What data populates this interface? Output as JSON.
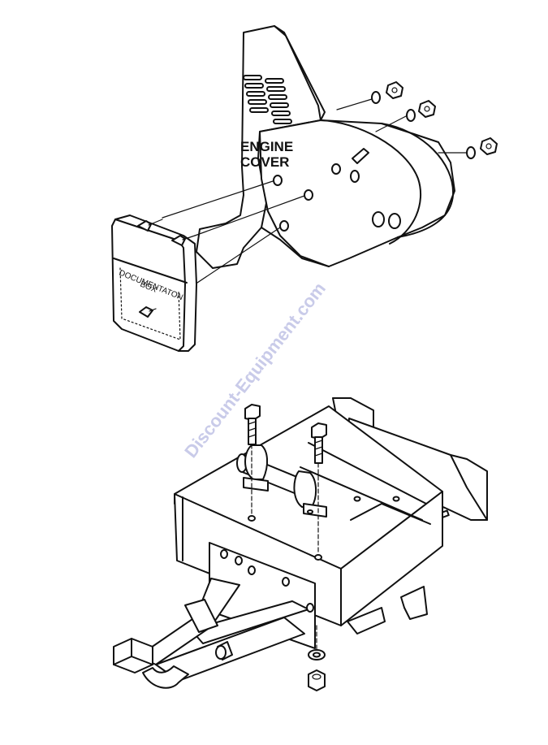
{
  "labels": {
    "engine_cover_line1": "ENGINE",
    "engine_cover_line2": "COVER",
    "documentation_line1": "DOCUMENTATON",
    "documentation_line2": "BOX"
  },
  "watermark": "Discount-Equipment.com",
  "colors": {
    "line": "#111111",
    "watermark": "#c9cbe9",
    "background": "#ffffff"
  }
}
